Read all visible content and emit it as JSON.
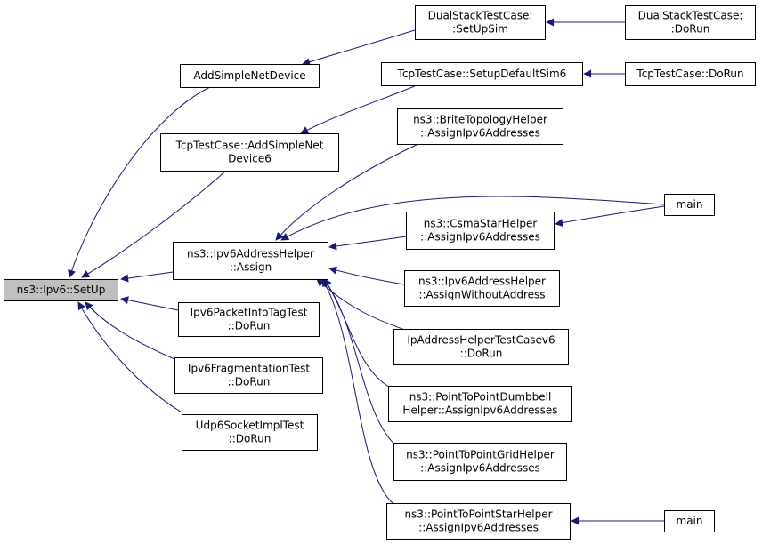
{
  "colors": {
    "edge": "#191970",
    "root_fill": "#bfbfbf",
    "node_fill": "#ffffff",
    "border": "#000000"
  },
  "nodes": {
    "setup": [
      "ns3::Ipv6::SetUp"
    ],
    "add_simple": [
      "AddSimpleNetDevice"
    ],
    "tcp_add6": [
      "TcpTestCase::AddSimpleNet",
      "Device6"
    ],
    "assign": [
      "ns3::Ipv6AddressHelper",
      "::Assign"
    ],
    "pktinfo": [
      "Ipv6PacketInfoTagTest",
      "::DoRun"
    ],
    "frag": [
      "Ipv6FragmentationTest",
      "::DoRun"
    ],
    "udp6": [
      "Udp6SocketImplTest",
      "::DoRun"
    ],
    "ds_setup": [
      "DualStackTestCase:",
      ":SetUpSim"
    ],
    "ds_dorun": [
      "DualStackTestCase:",
      ":DoRun"
    ],
    "tcp_setup": [
      "TcpTestCase::SetupDefaultSim6"
    ],
    "tcp_dorun": [
      "TcpTestCase::DoRun"
    ],
    "brite": [
      "ns3::BriteTopologyHelper",
      "::AssignIpv6Addresses"
    ],
    "main1": [
      "main"
    ],
    "csma": [
      "ns3::CsmaStarHelper",
      "::AssignIpv6Addresses"
    ],
    "without": [
      "ns3::Ipv6AddressHelper",
      "::AssignWithoutAddress"
    ],
    "iptest": [
      "IpAddressHelperTestCasev6",
      "::DoRun"
    ],
    "dumbbell": [
      "ns3::PointToPointDumbbell",
      "Helper::AssignIpv6Addresses"
    ],
    "grid": [
      "ns3::PointToPointGridHelper",
      "::AssignIpv6Addresses"
    ],
    "star": [
      "ns3::PointToPointStarHelper",
      "::AssignIpv6Addresses"
    ],
    "main2": [
      "main"
    ]
  },
  "edges": [
    [
      "add_simple",
      "setup"
    ],
    [
      "tcp_add6",
      "setup"
    ],
    [
      "assign",
      "setup"
    ],
    [
      "pktinfo",
      "setup"
    ],
    [
      "frag",
      "setup"
    ],
    [
      "udp6",
      "setup"
    ],
    [
      "ds_setup",
      "add_simple"
    ],
    [
      "ds_dorun",
      "ds_setup"
    ],
    [
      "tcp_setup",
      "tcp_add6"
    ],
    [
      "tcp_dorun",
      "tcp_setup"
    ],
    [
      "brite",
      "assign"
    ],
    [
      "main1",
      "assign"
    ],
    [
      "csma",
      "assign"
    ],
    [
      "main1",
      "csma"
    ],
    [
      "without",
      "assign"
    ],
    [
      "iptest",
      "assign"
    ],
    [
      "dumbbell",
      "assign"
    ],
    [
      "grid",
      "assign"
    ],
    [
      "star",
      "assign"
    ],
    [
      "main2",
      "star"
    ]
  ]
}
